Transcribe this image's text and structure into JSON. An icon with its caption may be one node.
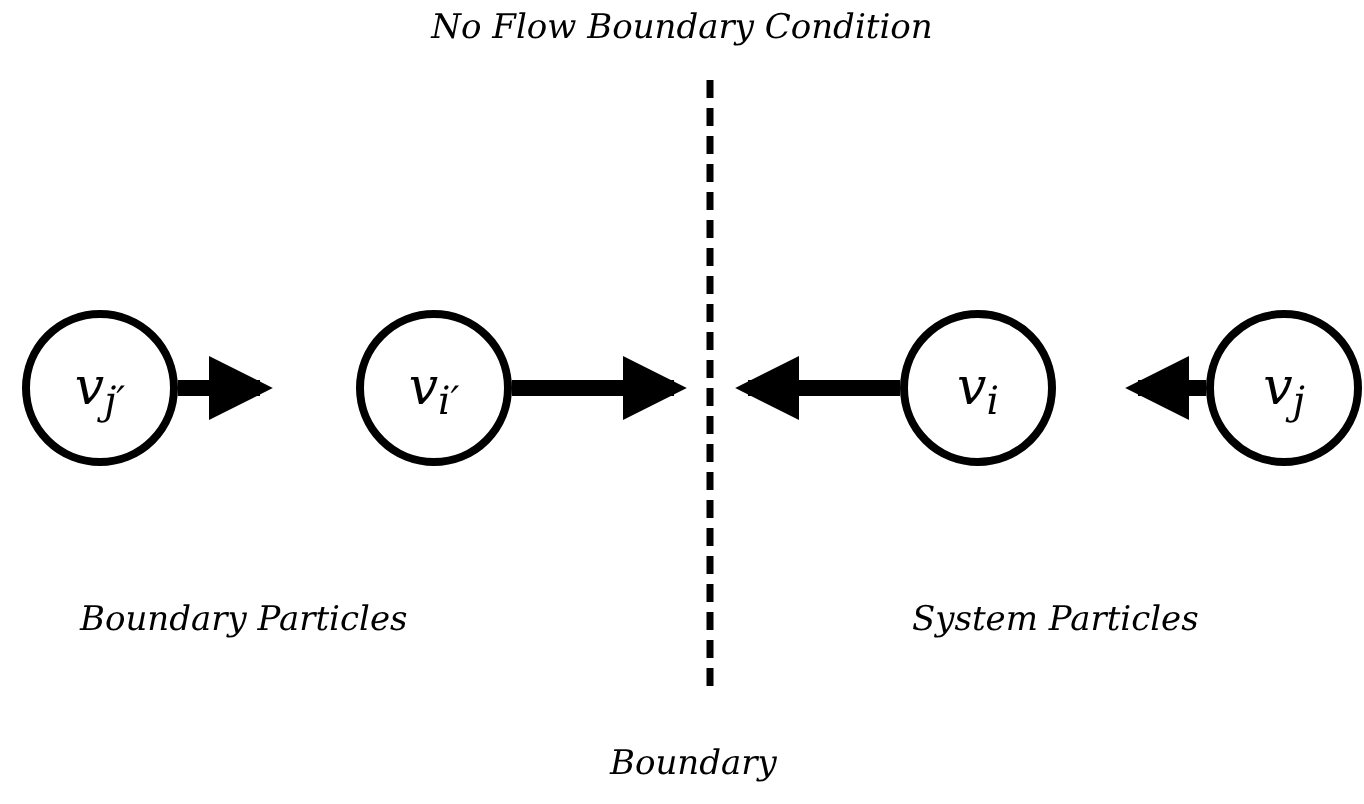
{
  "diagram": {
    "title": "No Flow Boundary Condition",
    "nodes": [
      {
        "text": [
          "v$_{j′}$"
        ]
      },
      {
        "text": [
          "v$_{i′}$"
        ]
      },
      {
        "text": [
          "v$_{i}$"
        ]
      },
      {
        "text": [
          "v$_{j}$"
        ]
      }
    ],
    "edges": [
      {
        "from": 0,
        "to": null,
        "arrow": "to"
      },
      {
        "from": 1,
        "to": null,
        "arrow": "to"
      },
      {
        "from": 2,
        "to": null,
        "arrow": "to"
      },
      {
        "from": 3,
        "to": null,
        "arrow": "to"
      }
    ],
    "labels": [
      "Boundary Particles",
      "System Particles",
      "Boundary"
    ]
  }
}
